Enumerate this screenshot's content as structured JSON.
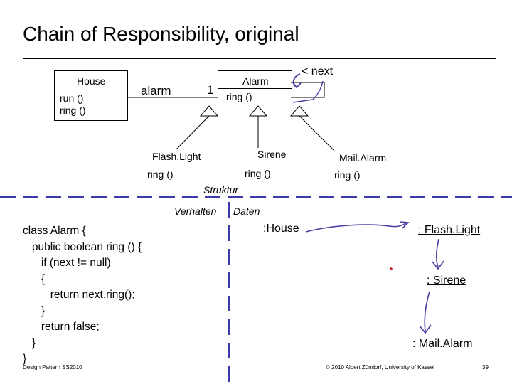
{
  "slide": {
    "title": "Chain of Responsibility, original",
    "page_number": "39",
    "footer_left": "Design Pattern SS2010",
    "footer_right": "© 2010 Albert Zündorf, University of Kassel"
  },
  "structure": {
    "house": {
      "name": "House",
      "ops": [
        "run ()",
        "ring ()"
      ]
    },
    "association_label": "alarm",
    "multiplicity": "1",
    "alarm": {
      "name": "Alarm",
      "op": "ring ()"
    },
    "next_label": "< next",
    "subclasses": [
      {
        "name": "Flash.Light",
        "op": "ring ()"
      },
      {
        "name": "Sirene",
        "op": "ring ()"
      },
      {
        "name": "Mail.Alarm",
        "op": "ring ()"
      }
    ]
  },
  "divider": {
    "top_label": "Struktur",
    "left_label": "Verhalten",
    "right_label": "Daten"
  },
  "code_lines": [
    "class Alarm {",
    "   public boolean ring () {",
    "      if (next != null)",
    "      {",
    "         return next.ring();",
    "      }",
    "      return false;",
    "   }",
    "}"
  ],
  "objects": {
    "house": ":House",
    "flashlight": ": Flash.Light",
    "sirene": ": Sirene",
    "mailalarm": ": Mail.Alarm"
  },
  "colors": {
    "divider": "#3a3aa8",
    "pen": "#4a3aa0",
    "dot": "#c0202a"
  }
}
